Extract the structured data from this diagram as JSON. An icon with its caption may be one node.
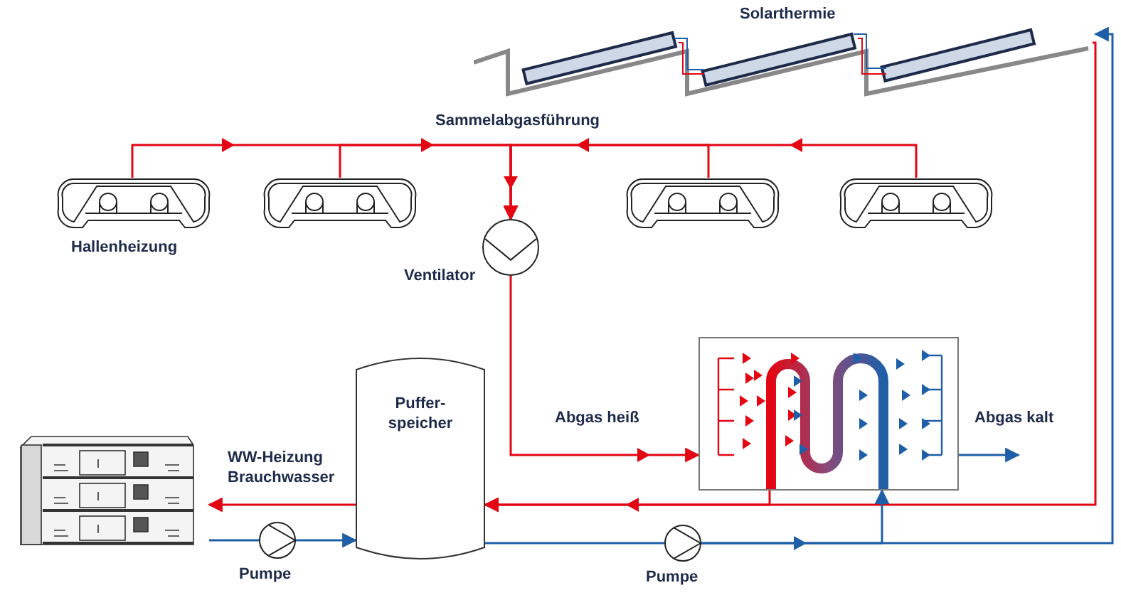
{
  "diagram": {
    "nodes": [
      {
        "text": [],
        "shape": "picture",
        "beside": [
          "Hallenheizung"
        ]
      },
      {
        "text": [],
        "shape": "picture"
      },
      {
        "text": [],
        "shape": "picture"
      },
      {
        "text": [],
        "shape": "picture"
      },
      {
        "text": [],
        "shape": "circle",
        "beside": [
          "Ventilator"
        ]
      },
      {
        "text": [],
        "shape": "picture",
        "beside": [
          "Solarthermie"
        ]
      },
      {
        "text": [],
        "shape": "box"
      },
      {
        "text": [
          "Puffer- speicher"
        ]
      },
      {
        "text": [],
        "shape": "picture",
        "beside": [
          "WW-Heizung Brauchwasser"
        ]
      },
      {
        "text": [],
        "shape": "circle",
        "beside": [
          "Pumpe"
        ]
      },
      {
        "text": [],
        "shape": "circle",
        "beside": [
          "Pumpe"
        ]
      }
    ],
    "edges": [
      {
        "from": 0,
        "to": 4,
        "arrow": "to"
      },
      {
        "from": 1,
        "to": 4,
        "arrow": "to"
      },
      {
        "from": 2,
        "to": 4,
        "arrow": "to"
      },
      {
        "from": 3,
        "to": 4,
        "arrow": "to"
      },
      {
        "from": 4,
        "to": 6,
        "arrow": "to",
        "label": "Abgas heiß"
      },
      {
        "from": 6,
        "to": null,
        "arrow": "to",
        "label": "Abgas kalt",
        "color": "#1f5fa8"
      },
      {
        "from": 6,
        "to": 7,
        "arrow": "to"
      },
      {
        "from": 5,
        "to": 7,
        "arrow": "to"
      },
      {
        "from": 7,
        "to": 8,
        "arrow": "to"
      },
      {
        "from": 8,
        "to": 9,
        "arrow": "none",
        "color": "#1f5fa8"
      },
      {
        "from": 9,
        "to": 7,
        "arrow": "to",
        "color": "#1f5fa8"
      },
      {
        "from": 7,
        "to": 10,
        "arrow": "none",
        "color": "#1f5fa8"
      },
      {
        "from": 10,
        "to": 6,
        "arrow": "to",
        "color": "#1f5fa8"
      },
      {
        "from": 10,
        "to": 5,
        "arrow": "to",
        "color": "#1f5fa8"
      }
    ],
    "labels": [
      "Sammelabgasführung"
    ]
  }
}
